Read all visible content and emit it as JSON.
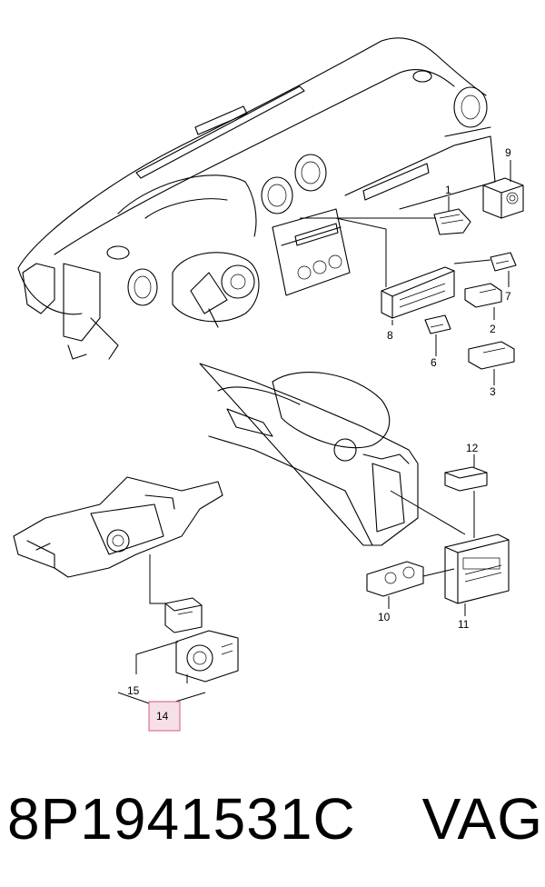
{
  "diagram": {
    "callouts": {
      "c1": "1",
      "c2": "2",
      "c3": "3",
      "c6": "6",
      "c7": "7",
      "c8": "8",
      "c9": "9",
      "c10": "10",
      "c11": "11",
      "c12": "12",
      "c14": "14",
      "c15": "15"
    },
    "highlighted_callout": "14",
    "highlight_color": "#f6dfe6"
  },
  "caption": {
    "part_number": "8P1941531C",
    "brand": "VAG"
  }
}
